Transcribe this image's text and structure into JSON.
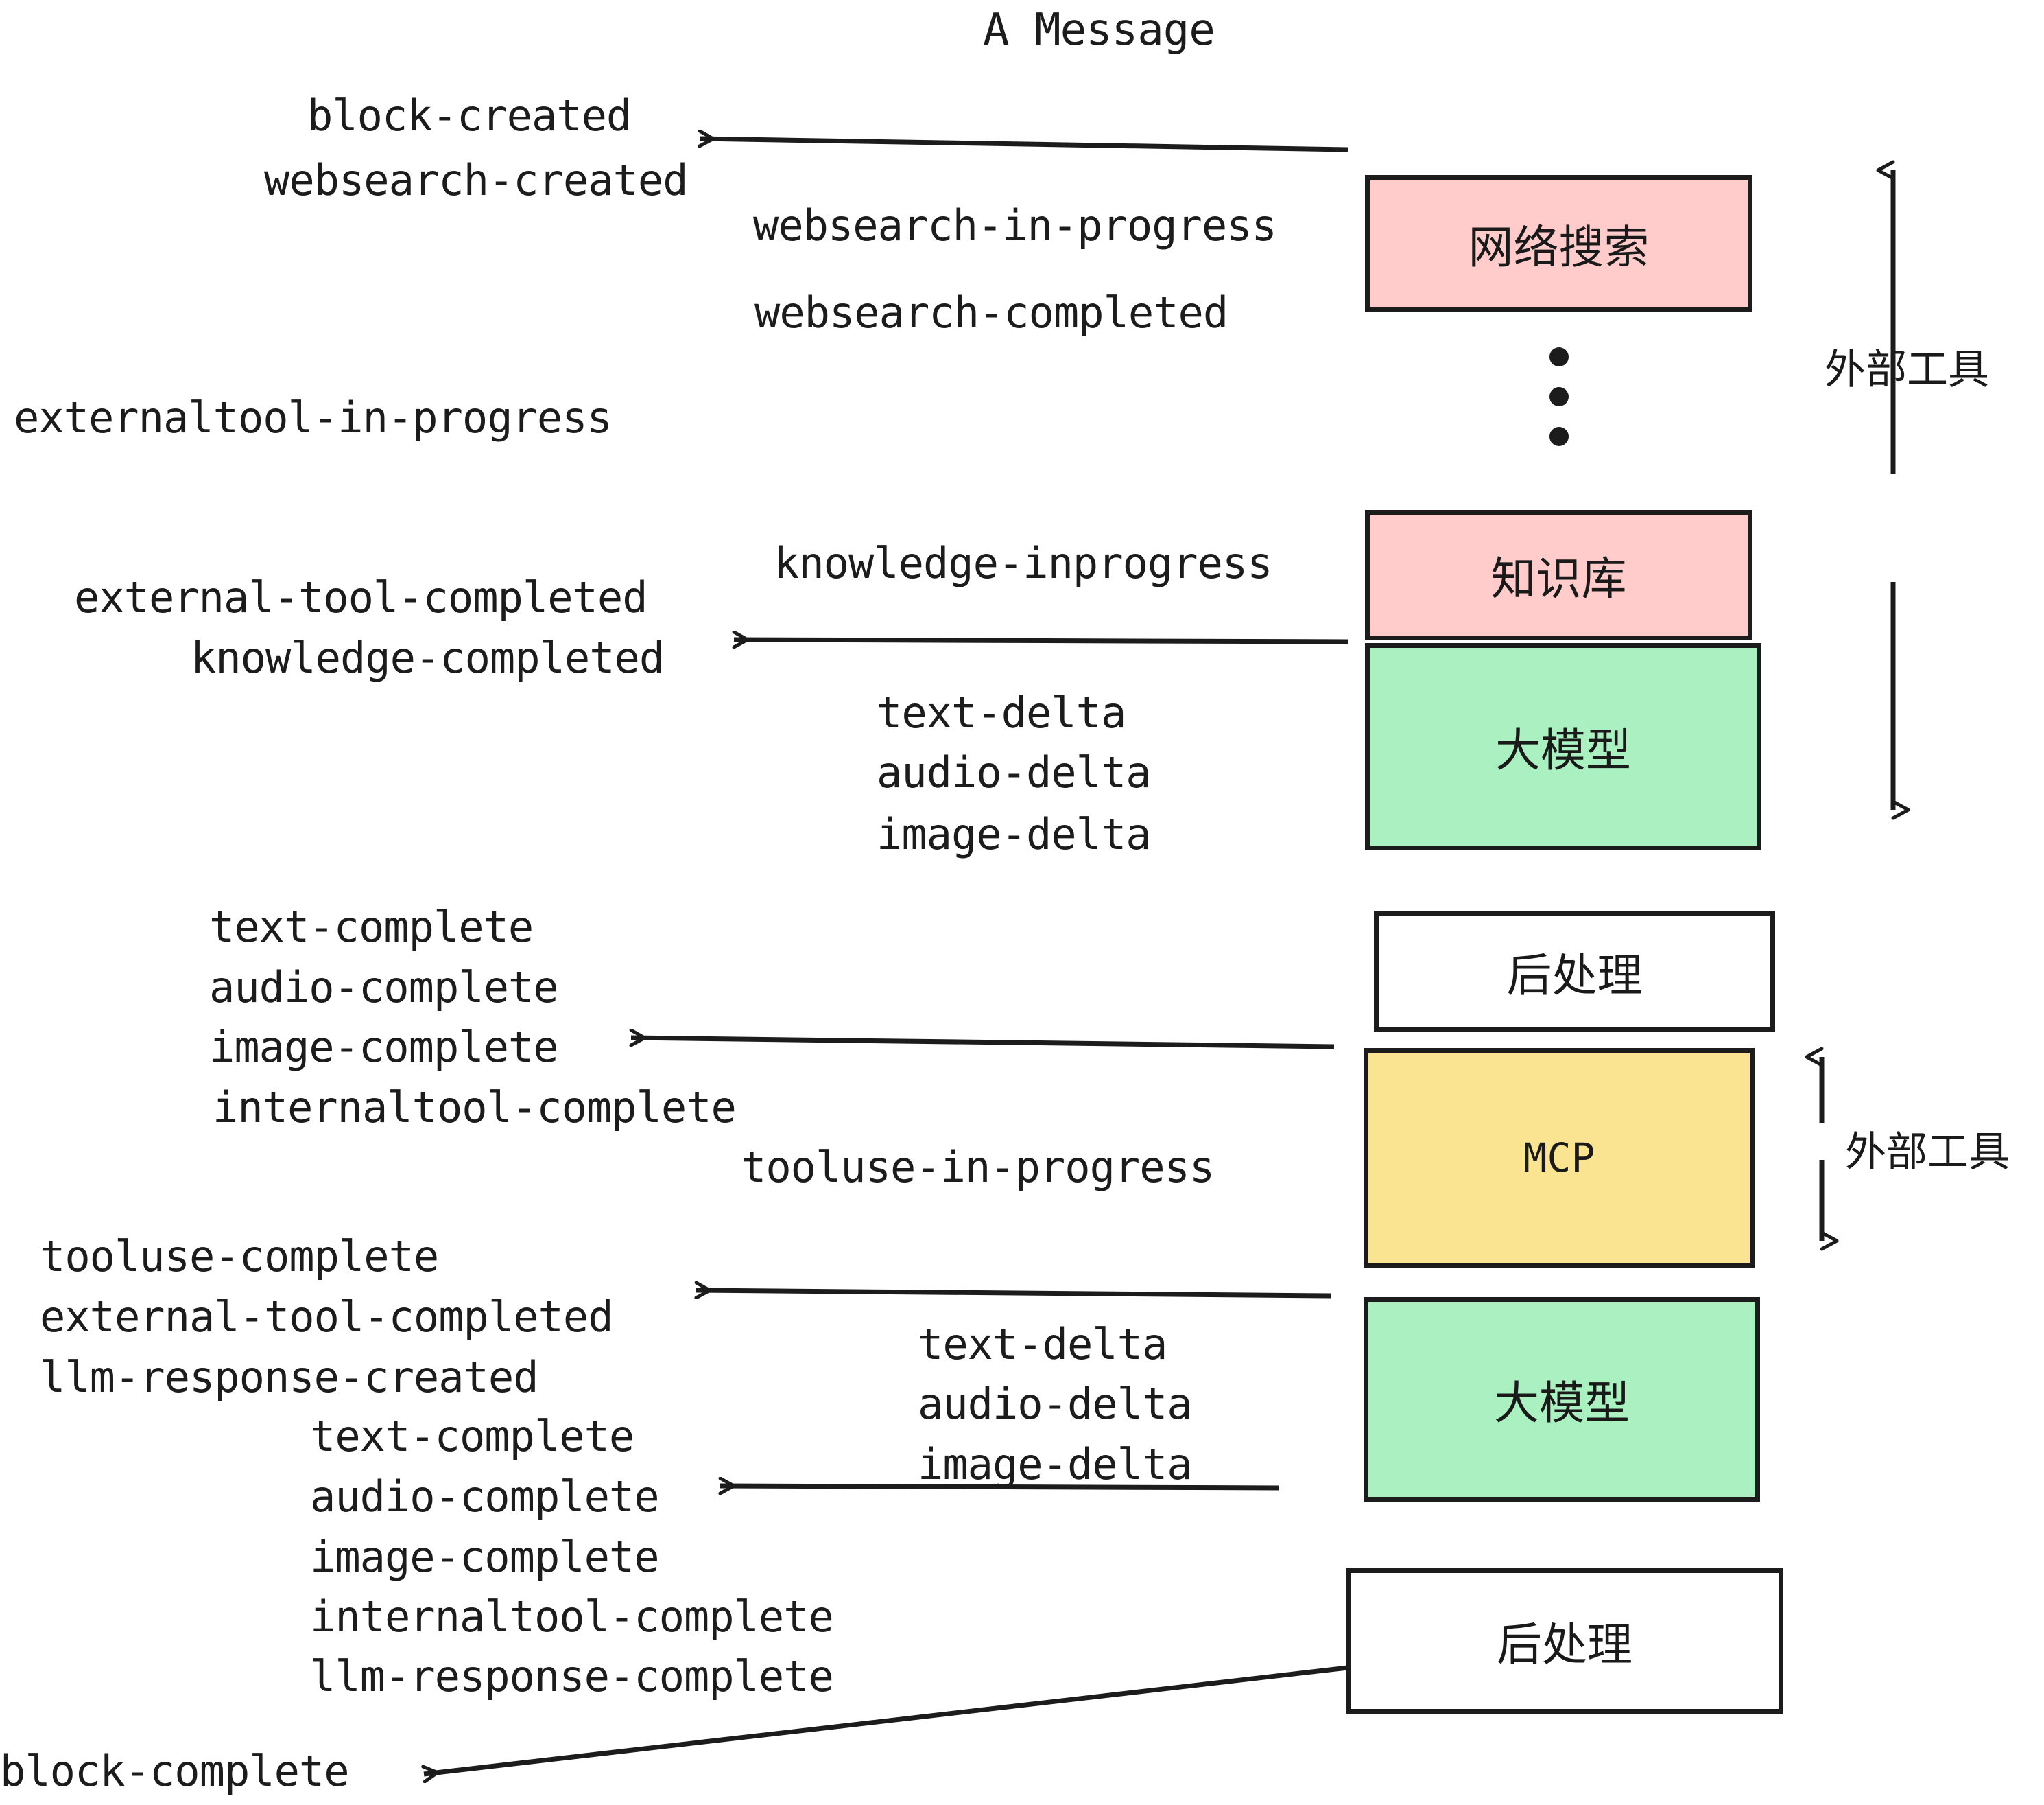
{
  "title": "A Message",
  "colors": {
    "pink": "#FFCCCB",
    "green": "#AAF0C0",
    "yellow": "#FAE391",
    "white": "#FFFFFF",
    "stroke": "#1C1C1C",
    "text": "#1A1A1A",
    "background": "#FFFFFF"
  },
  "nodes": [
    {
      "id": "websearch",
      "label": "网络搜索",
      "fill": "pink",
      "script": "cjk"
    },
    {
      "id": "knowledge",
      "label": "知识库",
      "fill": "pink",
      "script": "cjk"
    },
    {
      "id": "llm-1",
      "label": "大模型",
      "fill": "green",
      "script": "cjk"
    },
    {
      "id": "postprocess-1",
      "label": "后处理",
      "fill": "white",
      "script": "cjk"
    },
    {
      "id": "mcp",
      "label": "MCP",
      "fill": "yellow",
      "script": "latin"
    },
    {
      "id": "llm-2",
      "label": "大模型",
      "fill": "green",
      "script": "cjk"
    },
    {
      "id": "postprocess-2",
      "label": "后处理",
      "fill": "white",
      "script": "cjk"
    }
  ],
  "ellipsis_dots": 3,
  "side_labels": [
    {
      "id": "external-tools-top",
      "label": "外部工具"
    },
    {
      "id": "external-tools-bottom",
      "label": "外部工具"
    }
  ],
  "events": [
    {
      "id": "block-created",
      "text": "block-created"
    },
    {
      "id": "websearch-created",
      "text": "websearch-created"
    },
    {
      "id": "websearch-in-progress",
      "text": "websearch-in-progress"
    },
    {
      "id": "websearch-completed",
      "text": "websearch-completed"
    },
    {
      "id": "externaltool-in-progress",
      "text": "externaltool-in-progress"
    },
    {
      "id": "knowledge-inprogress",
      "text": "knowledge-inprogress"
    },
    {
      "id": "external-tool-completed-1",
      "text": "external-tool-completed"
    },
    {
      "id": "knowledge-completed",
      "text": "knowledge-completed"
    },
    {
      "id": "text-delta-1",
      "text": "text-delta"
    },
    {
      "id": "audio-delta-1",
      "text": "audio-delta"
    },
    {
      "id": "image-delta-1",
      "text": "image-delta"
    },
    {
      "id": "text-complete-1",
      "text": "text-complete"
    },
    {
      "id": "audio-complete-1",
      "text": "audio-complete"
    },
    {
      "id": "image-complete-1",
      "text": "image-complete"
    },
    {
      "id": "internaltool-complete-1",
      "text": "internaltool-complete"
    },
    {
      "id": "tooluse-in-progress",
      "text": "tooluse-in-progress"
    },
    {
      "id": "tooluse-complete",
      "text": "tooluse-complete"
    },
    {
      "id": "external-tool-completed-2",
      "text": "external-tool-completed"
    },
    {
      "id": "llm-response-created",
      "text": "llm-response-created"
    },
    {
      "id": "text-complete-2",
      "text": "text-complete"
    },
    {
      "id": "audio-complete-2",
      "text": "audio-complete"
    },
    {
      "id": "image-complete-2",
      "text": "image-complete"
    },
    {
      "id": "internaltool-complete-2",
      "text": "internaltool-complete"
    },
    {
      "id": "llm-response-complete",
      "text": "llm-response-complete"
    },
    {
      "id": "text-delta-2",
      "text": "text-delta"
    },
    {
      "id": "audio-delta-2",
      "text": "audio-delta"
    },
    {
      "id": "image-delta-2",
      "text": "image-delta"
    },
    {
      "id": "block-complete",
      "text": "block-complete"
    }
  ]
}
